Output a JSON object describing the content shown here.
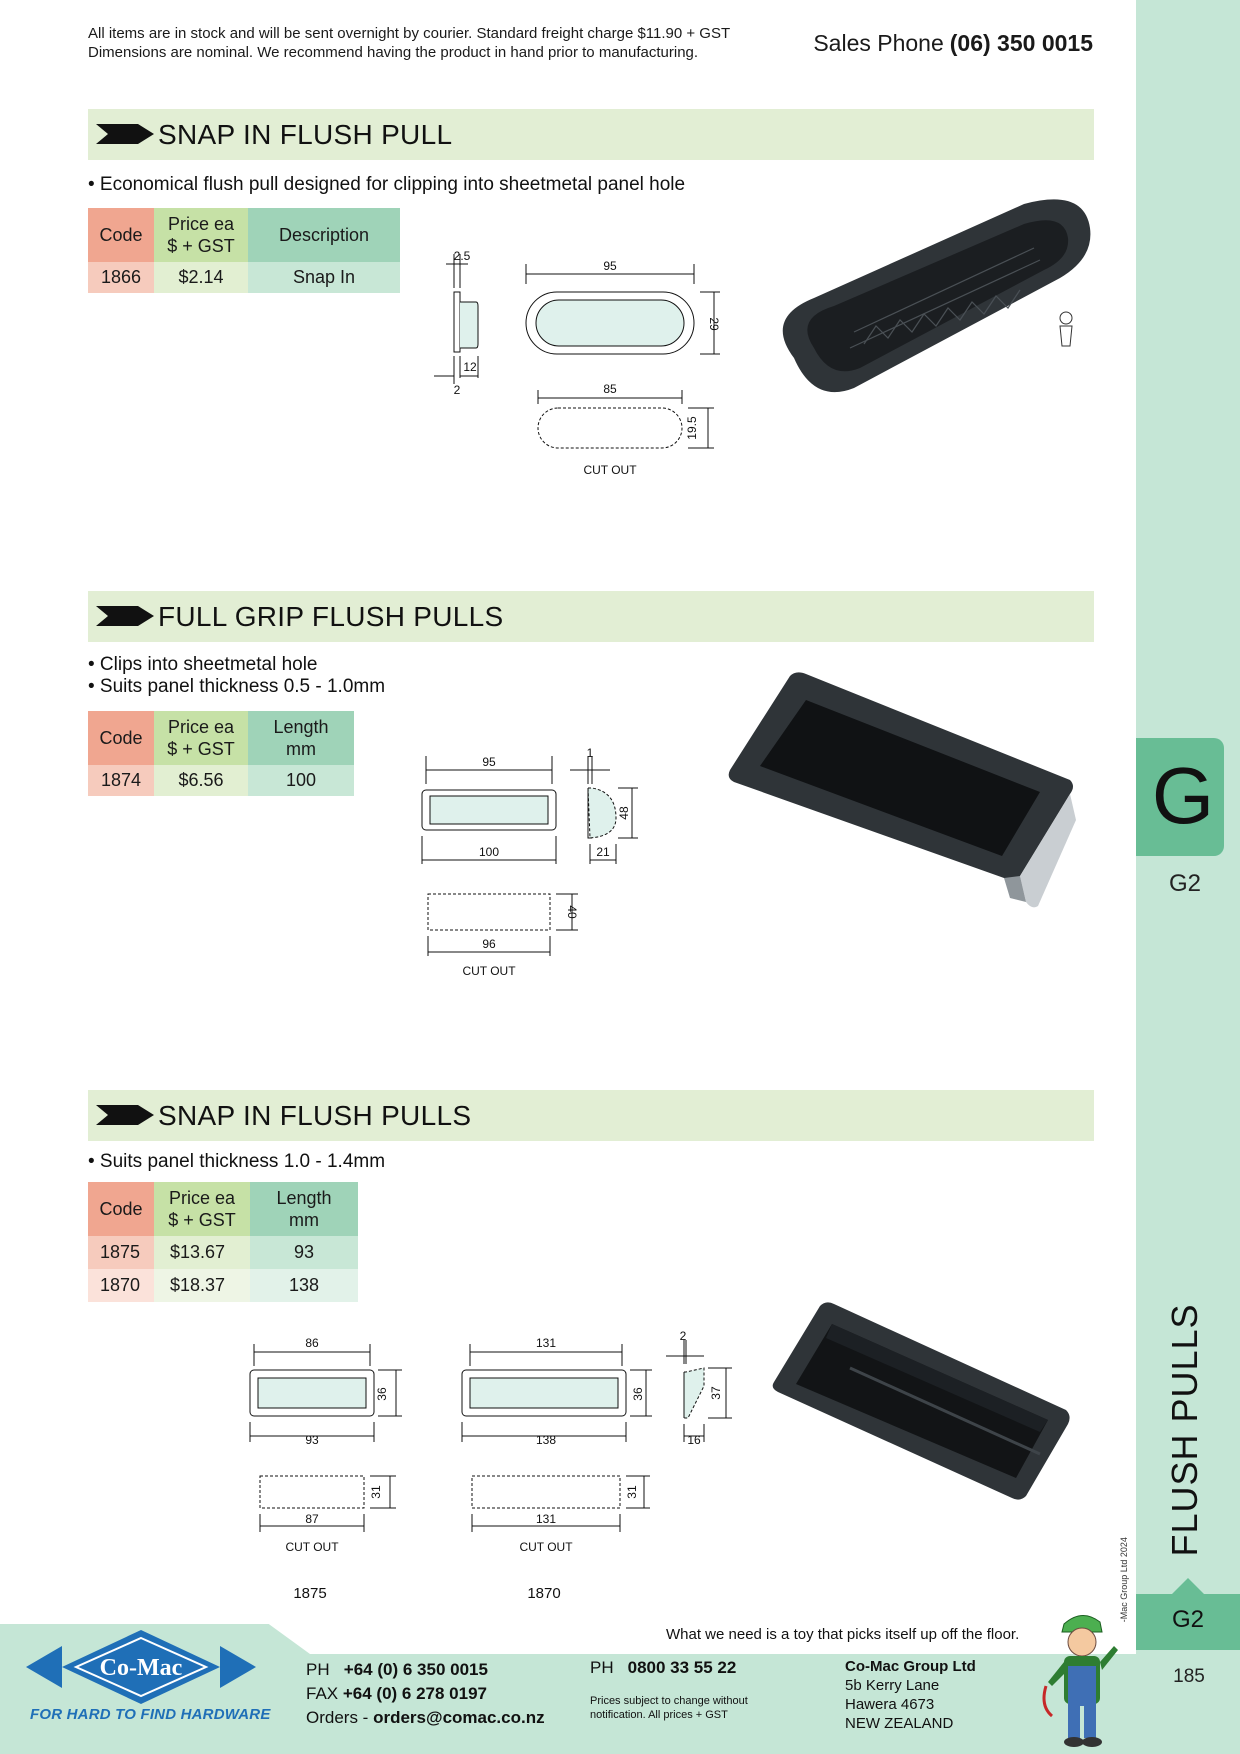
{
  "header": {
    "note_line1": "All items are in stock and will be sent overnight by courier. Standard freight charge $11.90 + GST",
    "note_line2": "Dimensions are nominal. We recommend having the product in hand prior to manufacturing.",
    "sales_label": "Sales Phone",
    "sales_number": "(06) 350 0015"
  },
  "side": {
    "tab_letter": "G",
    "tab_code": "G2",
    "category": "FLUSH PULLS",
    "copyright": "© Co-Mac Group Ltd 2024",
    "bottom_code": "G2",
    "page_number": "185"
  },
  "section1": {
    "title": "SNAP IN FLUSH PULL",
    "bullets": [
      "• Economical flush pull designed for clipping into sheetmetal panel hole"
    ],
    "table": {
      "headers": [
        "Code",
        "Price ea",
        "$ + GST",
        "Description"
      ],
      "rows": [
        [
          "1866",
          "$2.14",
          "Snap In"
        ]
      ]
    },
    "dims": {
      "d2_5": "2.5",
      "d12": "12",
      "d2": "2",
      "d95": "95",
      "d29": "29",
      "d85": "85",
      "d19_5": "19.5",
      "cutout": "CUT OUT"
    }
  },
  "section2": {
    "title": "FULL GRIP FLUSH PULLS",
    "bullets": [
      "• Clips into sheetmetal hole",
      "• Suits panel thickness 0.5 - 1.0mm"
    ],
    "table": {
      "headers": [
        "Code",
        "Price ea",
        "$ + GST",
        "Length",
        "mm"
      ],
      "rows": [
        [
          "1874",
          "$6.56",
          "100"
        ]
      ]
    },
    "dims": {
      "d95": "95",
      "d100": "100",
      "d1": "1",
      "d48": "48",
      "d21": "21",
      "d40": "40",
      "d96": "96",
      "cutout": "CUT OUT"
    }
  },
  "section3": {
    "title": "SNAP IN FLUSH PULLS",
    "bullets": [
      "• Suits panel thickness 1.0 - 1.4mm"
    ],
    "table": {
      "headers": [
        "Code",
        "Price ea",
        "$ + GST",
        "Length",
        "mm"
      ],
      "rows": [
        [
          "1875",
          "$13.67",
          "93"
        ],
        [
          "1870",
          "$18.37",
          "138"
        ]
      ]
    },
    "dims": {
      "a86": "86",
      "a36": "36",
      "a93": "93",
      "a31": "31",
      "a87": "87",
      "b131": "131",
      "b36": "36",
      "b138": "138",
      "b31": "31",
      "b131c": "131",
      "c2": "2",
      "c37": "37",
      "c16": "16",
      "cutout": "CUT OUT",
      "label_a": "1875",
      "label_b": "1870"
    }
  },
  "footer": {
    "tagline": "What we need is a toy that picks itself up off the floor.",
    "ph_label": "PH",
    "ph_value": "+64 (0) 6 350 0015",
    "fax_label": "FAX",
    "fax_value": "+64 (0) 6 278 0197",
    "orders_label": "Orders -",
    "orders_value": "orders@comac.co.nz",
    "ph2_label": "PH",
    "ph2_value": "0800 33 55 22",
    "price_note1": "Prices subject to change without",
    "price_note2": "notification. All prices + GST",
    "company": "Co-Mac Group Ltd",
    "addr1": "5b Kerry Lane",
    "addr2": "Hawera 4673",
    "addr3": "NEW ZEALAND",
    "logo_text": "Co-Mac",
    "logo_tagline": "FOR HARD TO FIND HARDWARE"
  }
}
